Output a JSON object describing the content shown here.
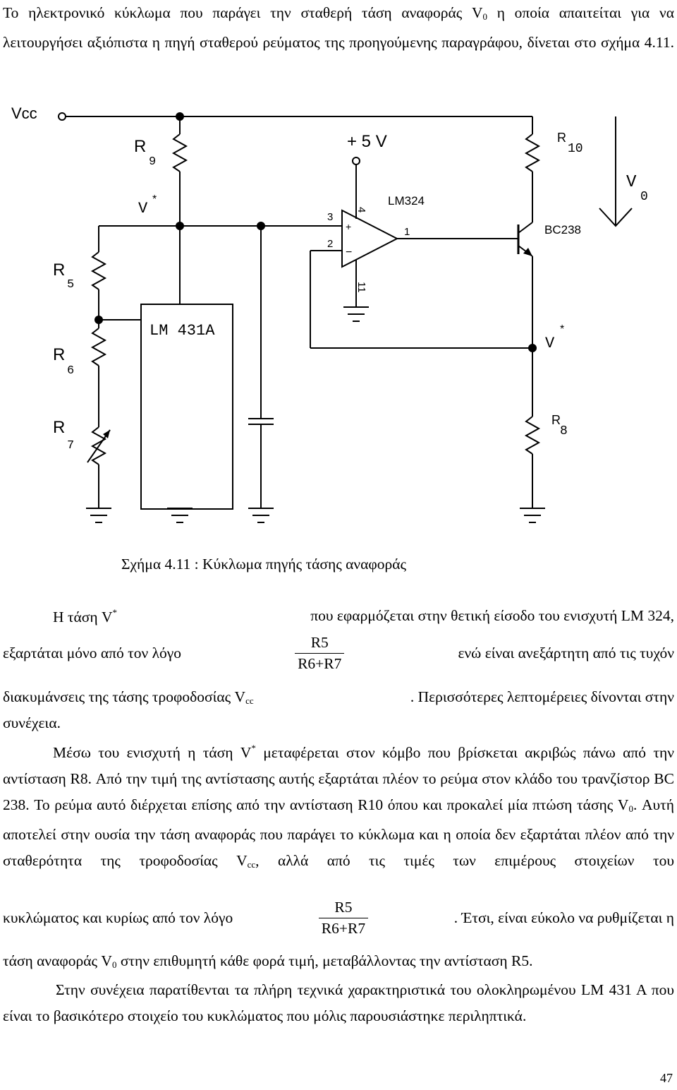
{
  "intro": "Το ηλεκτρονικό κύκλωμα που παράγει την σταθερή τάση αναφοράς V",
  "intro_sub": "0",
  "intro_tail": " η οποία απαιτείται για να λειτουργήσει αξιόπιστα η πηγή σταθερού ρεύματος της προηγούμενης παραγράφου, δίνεται στο σχήμα 4.11.",
  "figure": {
    "labels": {
      "vcc": "Vcc",
      "r9": "R",
      "r9_idx": "9",
      "vstar_top": "V",
      "star": "*",
      "plus5v": "+ 5 V",
      "r10": "R",
      "r10_idx": "10",
      "v0": "V",
      "v0_idx": "0",
      "lm324": "LM324",
      "pin4": "4",
      "pin3": "3",
      "pin2": "2",
      "pin1": "1",
      "pin11": "11",
      "plus_sign": "+",
      "minus_sign": "−",
      "bc238": "BC238",
      "r5": "R",
      "r5_idx": "5",
      "r6": "R",
      "r6_idx": "6",
      "r7": "R",
      "r7_idx": "7",
      "r8": "R",
      "r8_idx": "8",
      "lm431a": "LM 431A",
      "vstar_right": "V"
    },
    "caption": "Σχήμα 4.11 : Κύκλωμα πηγής τάσης αναφοράς"
  },
  "p2": {
    "l1a": "Η τάση V",
    "l1b": " που εφαρμόζεται στην θετική είσοδο του ενισχυτή LM 324,",
    "l2a": "εξαρτάται μόνο από τον λόγο",
    "frac_num": "R5",
    "frac_den": "R6+R7",
    "l2b": "ενώ είναι ανεξάρτητη από τις τυχόν",
    "l3a": "διακυμάνσεις της τάσης τροφοδοσίας V",
    "l3sub": "cc",
    "l3b": ". Περισσότερες λεπτομέρειες δίνονται στην",
    "l4": "συνέχεια."
  },
  "p3": {
    "a": "Μέσω του ενισχυτή η τάση V",
    "b": " μεταφέρεται στον κόμβο που βρίσκεται ακριβώς πάνω από την αντίσταση R8. Από την τιμή της αντίστασης αυτής εξαρτάται πλέον το ρεύμα στον κλάδο του τρανζίστορ BC 238. Το ρεύμα αυτό διέρχεται επίσης από την αντίσταση R10 όπου και προκαλεί μία πτώση τάσης V",
    "b_sub": "0",
    "c": ". Αυτή αποτελεί στην ουσία την τάση αναφοράς που παράγει το κύκλωμα και η οποία δεν εξαρτάται πλέον από την σταθερότητα της τροφοδοσίας V",
    "c_sub": "cc",
    "d": ", αλλά από τις τιμές των επιμέρους στοιχείων του",
    "e": "κυκλώματος και κυρίως από τον λόγο",
    "frac_num": "R5",
    "frac_den": "R6+R7",
    "f": ". Έτσι, είναι εύκολο να ρυθμίζεται η",
    "g": "τάση αναφοράς V",
    "g_sub": "0",
    "h": " στην επιθυμητή κάθε φορά τιμή, μεταβάλλοντας την αντίσταση R5."
  },
  "p4": "Στην συνέχεια παρατίθενται τα πλήρη τεχνικά χαρακτηριστικά του ολοκληρωμένου LM 431 A που είναι το βασικότερο στοιχείο του κυκλώματος που μόλις παρουσιάστηκε περιληπτικά.",
  "page_number": "47"
}
